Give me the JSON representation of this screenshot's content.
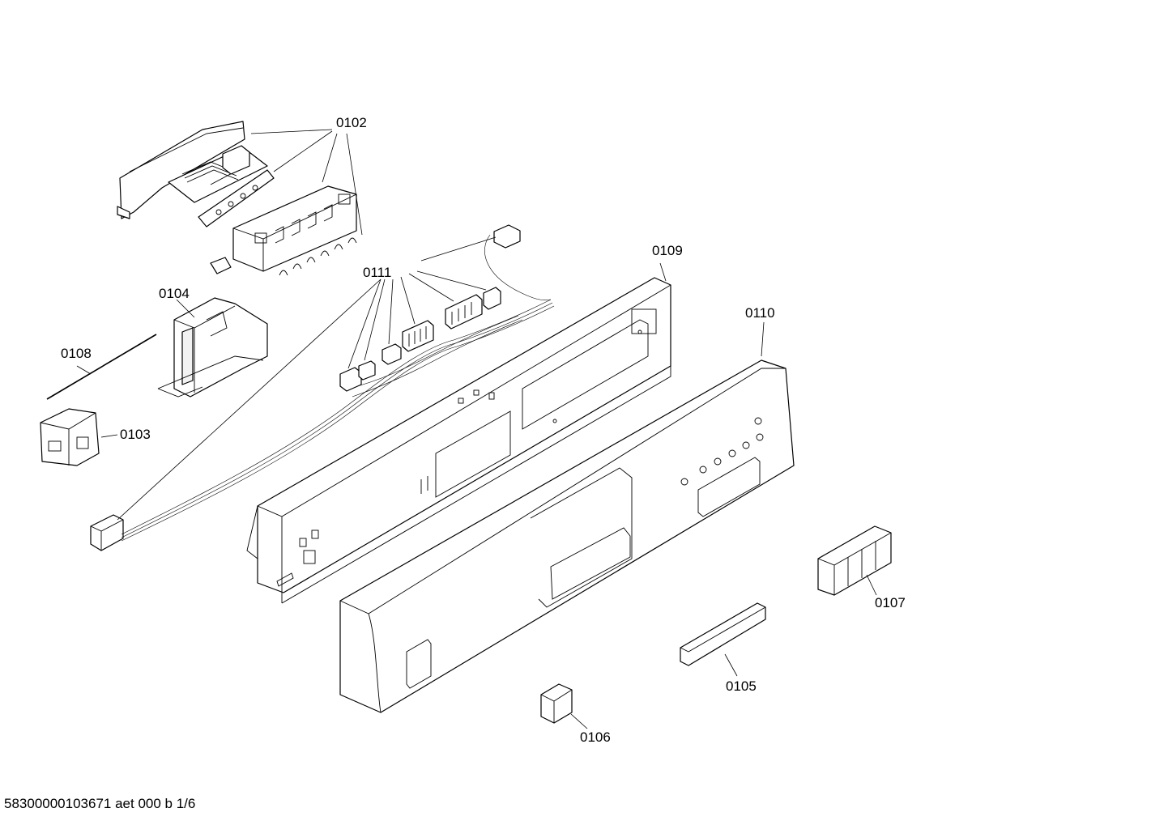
{
  "labels": {
    "p0102": "0102",
    "p0104": "0104",
    "p0111": "0111",
    "p0109": "0109",
    "p0110": "0110",
    "p0108": "0108",
    "p0103": "0103",
    "p0107": "0107",
    "p0105": "0105",
    "p0106": "0106"
  },
  "footer": "58300000103671 aet 000 b 1/6"
}
